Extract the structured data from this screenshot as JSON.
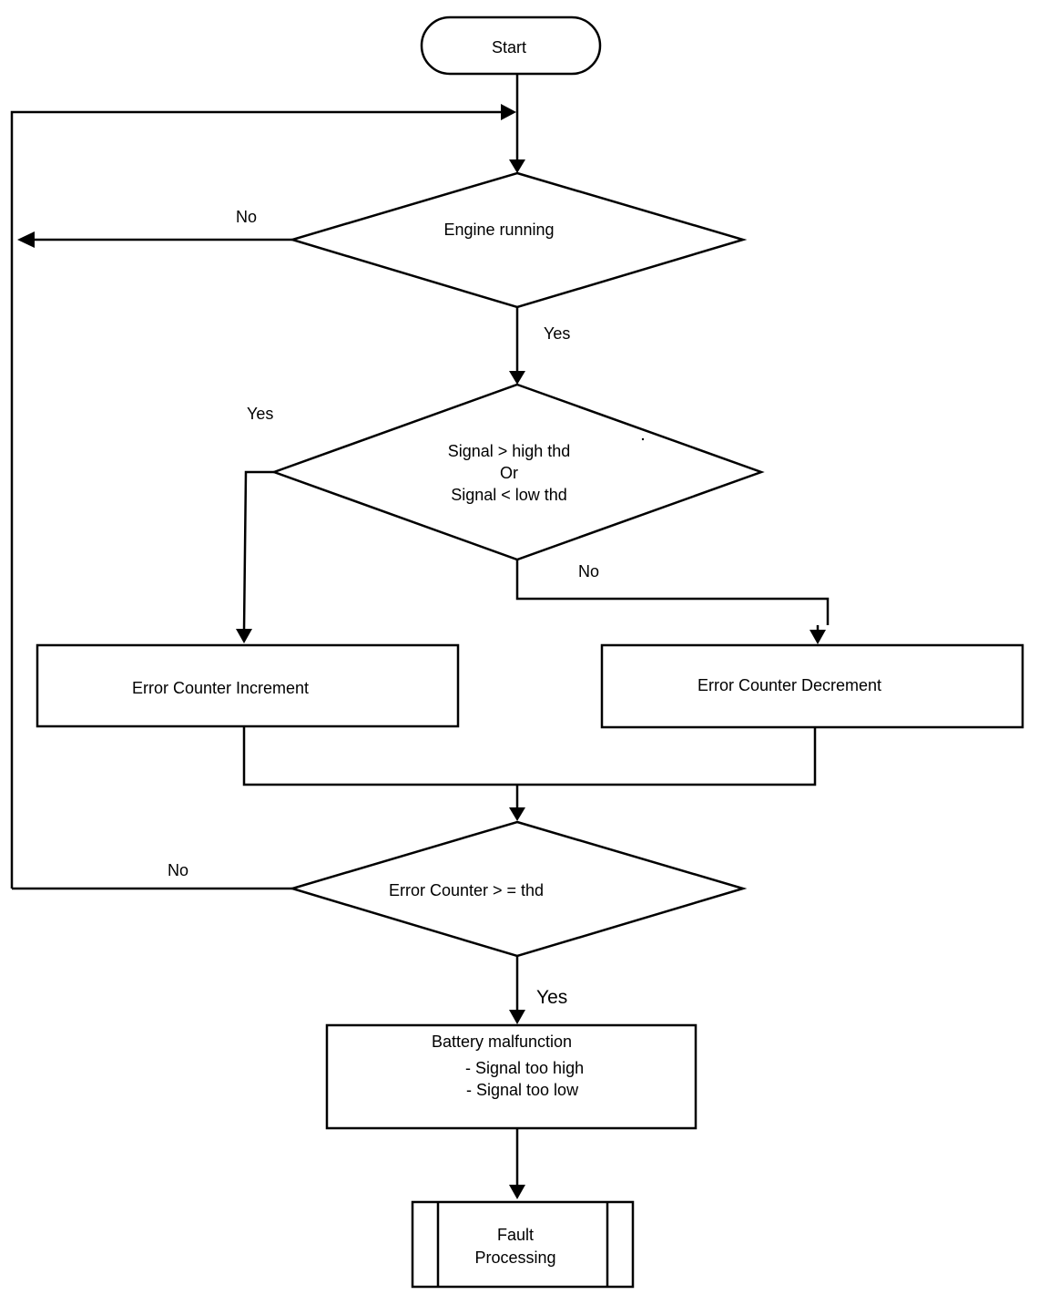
{
  "nodes": {
    "start": "Start",
    "engine_running": "Engine running",
    "signal_check": {
      "line1": "Signal > high thd",
      "line2": "Or",
      "line3": "Signal < low thd"
    },
    "increment": "Error Counter Increment",
    "decrement": "Error Counter Decrement",
    "counter_check": "Error Counter > = thd",
    "battery": {
      "title": "Battery malfunction",
      "item1": "- Signal too high",
      "item2": "-  Signal too low"
    },
    "fault": {
      "line1": "Fault",
      "line2": "Processing"
    }
  },
  "edges": {
    "engine_no": "No",
    "engine_yes": "Yes",
    "signal_yes": "Yes",
    "signal_no": "No",
    "counter_no": "No",
    "counter_yes": "Yes"
  }
}
